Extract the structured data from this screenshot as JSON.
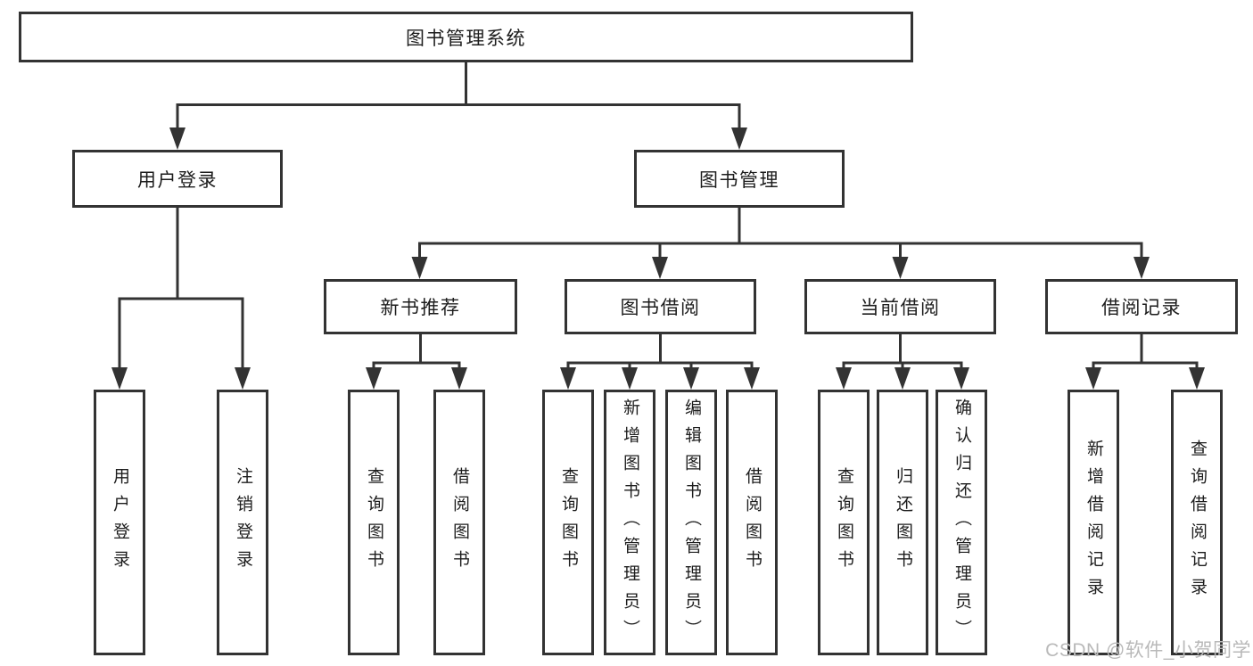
{
  "colors": {
    "line": "#333333",
    "text": "#1d1d1d",
    "watermark": "#b9b9b9",
    "background": "#ffffff"
  },
  "watermark": {
    "text": "CSDN @软件_小贺同学"
  },
  "tree": {
    "root": {
      "label": "图书管理系统"
    },
    "branches": [
      {
        "label": "用户登录",
        "children": [
          {
            "label": "用户登录"
          },
          {
            "label": "注销登录"
          }
        ]
      },
      {
        "label": "图书管理",
        "groups": [
          {
            "label": "新书推荐",
            "children": [
              {
                "label": "查询图书"
              },
              {
                "label": "借阅图书"
              }
            ]
          },
          {
            "label": "图书借阅",
            "children": [
              {
                "label": "查询图书"
              },
              {
                "label": "新增图书（管理员）"
              },
              {
                "label": "编辑图书（管理员）"
              },
              {
                "label": "借阅图书"
              }
            ]
          },
          {
            "label": "当前借阅",
            "children": [
              {
                "label": "查询图书"
              },
              {
                "label": "归还图书"
              },
              {
                "label": "确认归还（管理员）"
              }
            ]
          },
          {
            "label": "借阅记录",
            "children": [
              {
                "label": "新增借阅记录"
              },
              {
                "label": "查询借阅记录"
              }
            ]
          }
        ]
      }
    ]
  }
}
